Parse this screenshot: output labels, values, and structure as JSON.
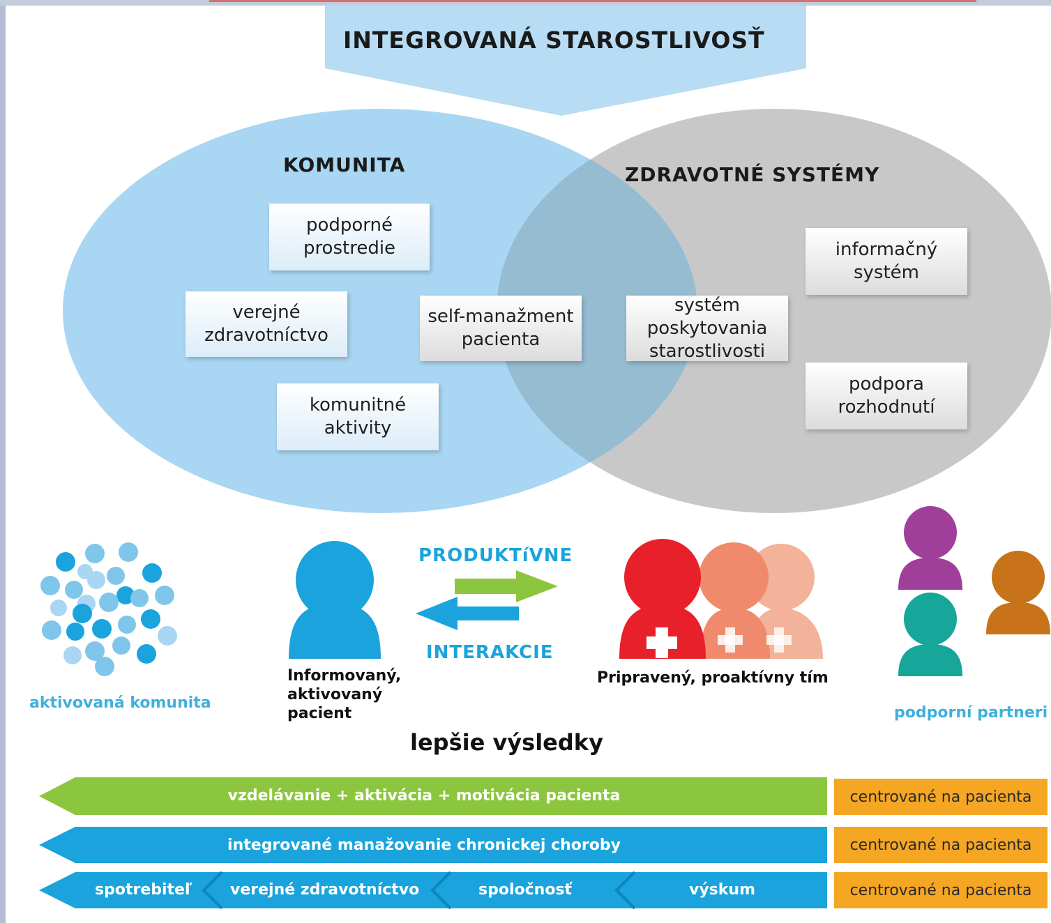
{
  "title": "INTEGROVANÁ STAROSTLIVOSŤ",
  "circles": {
    "community": {
      "label": "KOMUNITA",
      "boxes": [
        "podporné\nprostredie",
        "verejné\nzdravotníctvo",
        "komunitné\naktivity"
      ]
    },
    "overlap": {
      "box": "self-manažment\npacienta"
    },
    "health_systems": {
      "label": "ZDRAVOTNÉ SYSTÉMY",
      "boxes": [
        "systém\nposkytovania\nstarostlivosti",
        "informačný\nsystém",
        "podpora\nrozhodnutí"
      ]
    }
  },
  "actors": {
    "community": "aktivovaná komunita",
    "patient": "Informovaný,\naktivovaný\npacient",
    "team": "Pripravený, proaktívny tím",
    "partners": "podporní partneri"
  },
  "interaction": {
    "top": "PRODUKTíVNE",
    "bottom": "INTERAKCIE"
  },
  "outcome": "lepšie výsledky",
  "bars": [
    {
      "text": "vzdelávanie + aktivácia + motivácia pacienta",
      "tag": "centrované na pacienta"
    },
    {
      "text": "integrované manažovanie chronickej choroby",
      "tag": "centrované na pacienta"
    },
    {
      "segments": [
        "spotrebiteľ",
        "verejné zdravotníctvo",
        "spoločnosť",
        "výskum"
      ],
      "tag": "centrované na pacienta"
    }
  ],
  "colors": {
    "community_circle": "#a9d6f2",
    "health_circle": "#c8c8c8",
    "title_banner": "#b8dcf4",
    "arrow_green": "#8cc63e",
    "arrow_blue": "#1aa3dd",
    "team_red": "#e8202a",
    "tag_orange": "#f5a623",
    "label_cyan": "#3fb0dc"
  }
}
